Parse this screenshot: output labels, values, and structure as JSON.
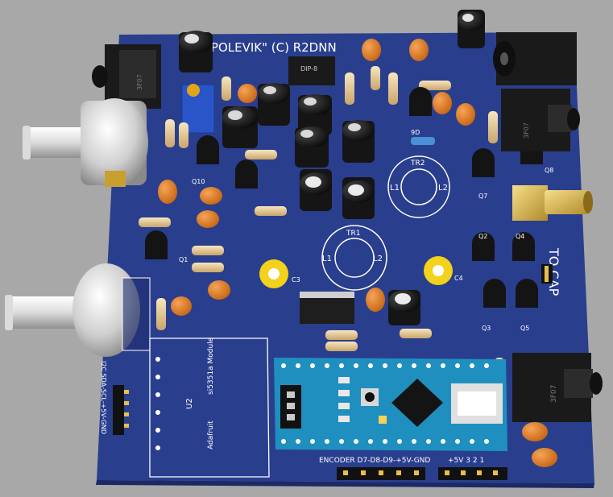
{
  "colors": {
    "background": "#a8a8a8",
    "board": "#2a3e8e",
    "silkscreen": "#ffffff",
    "capacitor_orange": "#e07a1e",
    "electrolytic": "#151515",
    "arduino": "#1f8fbf",
    "header": "#111111",
    "jack": "#1a1a1a",
    "trim_pot": "#2a55c8",
    "trimmer_cap": "#f2d21a"
  },
  "board": {
    "title": "\"POLEVIK\" (C) R2DNN",
    "ic_label": "DIP-8",
    "tr1_label": "TR1",
    "tr2_label": "TR2",
    "coil_l1": "L1",
    "coil_l2": "L2",
    "cap_c3": "C3",
    "cap_c4": "C4",
    "q10": "Q10",
    "q1": "Q1",
    "q2": "Q2",
    "q3": "Q3",
    "q4": "Q4",
    "q5": "Q5",
    "q7": "Q7",
    "q8": "Q8",
    "nine_d": "9D",
    "to_cap": "TO CAP",
    "module_u2": "U2",
    "module_name": "si5351a Module",
    "module_vendor": "Adafruit",
    "i2c_header": "I2C SDA-SCL-+5V-GND",
    "encoder_header": "ENCODER D7-D8-D9-+5V-GND",
    "right_header": "+5V 3 2 1",
    "jack_marking": "3F07",
    "jack_marking_left": "3F07"
  },
  "icons": [
    "encoder-knob-icon",
    "audio-jack-icon",
    "dc-jack-icon",
    "sma-connector-icon",
    "arduino-nano-icon",
    "toroid-icon",
    "electrolytic-capacitor-icon",
    "ceramic-capacitor-icon",
    "resistor-icon",
    "transistor-icon",
    "pin-header-icon"
  ]
}
